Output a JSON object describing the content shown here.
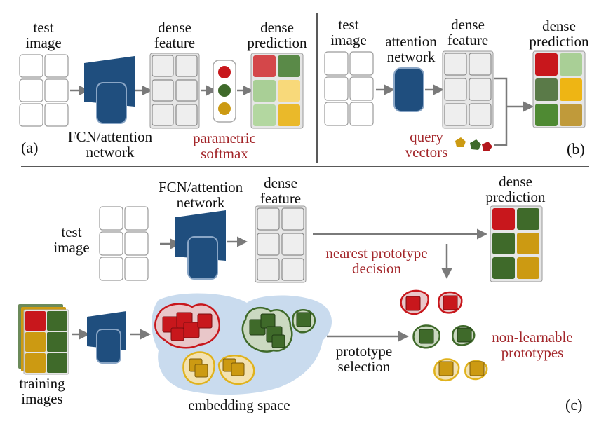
{
  "panel_a": {
    "test_image": [
      "test",
      "image"
    ],
    "network": [
      "FCN/attention",
      "network"
    ],
    "dense_feature": [
      "dense",
      "feature"
    ],
    "dense_prediction": [
      "dense",
      "prediction"
    ],
    "softmax": [
      "parametric",
      "softmax"
    ],
    "tag": "(a)"
  },
  "panel_b": {
    "test_image": [
      "test",
      "image"
    ],
    "network": [
      "attention",
      "network"
    ],
    "dense_feature": [
      "dense",
      "feature"
    ],
    "dense_prediction": [
      "dense",
      "prediction"
    ],
    "query": [
      "query",
      "vectors"
    ],
    "tag": "(b)"
  },
  "panel_c": {
    "test_image": [
      "test",
      "image"
    ],
    "network": [
      "FCN/attention",
      "network"
    ],
    "dense_feature": [
      "dense",
      "feature"
    ],
    "dense_prediction": [
      "dense",
      "prediction"
    ],
    "nearest": [
      "nearest prototype",
      "decision"
    ],
    "training": [
      "training",
      "images"
    ],
    "embedding": "embedding space",
    "selection": [
      "prototype",
      "selection"
    ],
    "prototypes": [
      "non-learnable",
      "prototypes"
    ],
    "tag": "(c)"
  },
  "colors": {
    "network": "#1f4e7e",
    "red": "#c8171c",
    "green": "#3f6a2a",
    "yellow": "#cc9a12",
    "label_red": "#a3262a",
    "embedding_bg": "#c9dbee"
  }
}
